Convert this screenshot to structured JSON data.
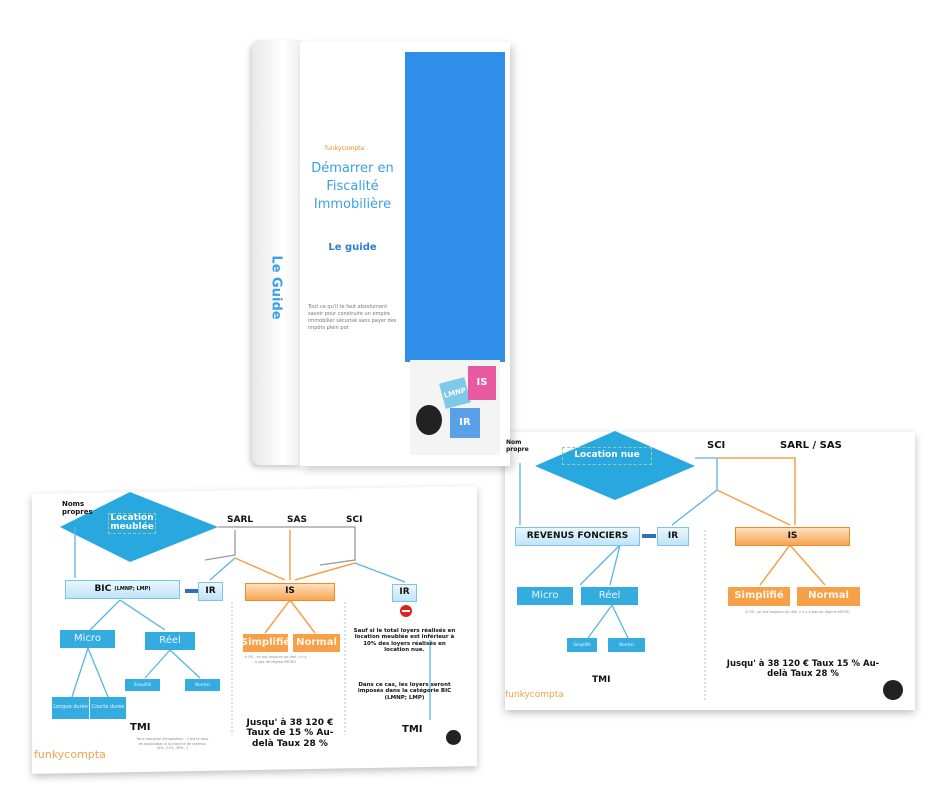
{
  "book": {
    "brand": "funkycompta",
    "title_lines": [
      "Démarrer en",
      "Fiscalité",
      "Immobilière"
    ],
    "subtitle": "Le guide",
    "description": "Tout ce qu'il te faut absolument savoir pour construire un empire immobilier sécurisé sans payer des impôts plein pot",
    "spine_text": "Le Guide",
    "dice_labels": [
      "LMNP",
      "IS",
      "IR"
    ],
    "colors": {
      "accent": "#2f8fe8",
      "title": "#3aa0e8"
    }
  },
  "left_sheet": {
    "noms_propres": "Noms propres",
    "diamond": "Location meublée",
    "sarl": "SARL",
    "sas": "SAS",
    "sci": "SCI",
    "bic": "BIC",
    "bic_sub": "(LMNP; LMP)",
    "ir_left": "IR",
    "is": "IS",
    "ir_right": "IR",
    "micro": "Micro",
    "reel": "Réel",
    "reel_simplifie": "Simplifié",
    "reel_normal": "Normal",
    "longue": "Longue durée",
    "courte": "Courte durée",
    "is_simplifie": "Simplifié",
    "is_normal": "Normal",
    "is_note": "A l'IS : on est toujours au réel, il n'y a pas de régime MICRO",
    "tmi_left": "TMI",
    "tmi_note": "Taux marginal d'imposition : c'est le taux en application à la tranche de revenus (0%, 11%, 30%...)",
    "is_rates": "Jusqu' à 38 120 € Taux de 15 % Au-delà Taux 28 %",
    "condition": "Sauf si le total loyers réalisés en location meublée est inférieur à 10% des loyers réalisés en location nue.",
    "condition2": "Dans ce cas, les loyers seront imposés dans la catégorie BIC (LMNP; LMP)",
    "tmi_right": "TMI",
    "brand": "funkycompta"
  },
  "right_sheet": {
    "nom_propre": "Nom propre",
    "diamond": "Location nue",
    "sci": "SCI",
    "sarl_sas": "SARL / SAS",
    "revenus": "REVENUS FONCIERS",
    "ir": "IR",
    "is": "IS",
    "micro": "Micro",
    "reel": "Réel",
    "reel_simplifie": "Simplifié",
    "reel_normal": "Normal",
    "is_simplifie": "Simplifié",
    "is_normal": "Normal",
    "is_note": "A l'IS : on est toujours au réel, il n'y a pas de régime MICRO",
    "tmi": "TMI",
    "is_rates": "Jusqu' à 38 120 € Taux 15 % Au-delà Taux 28 %",
    "brand": "funkycompta"
  }
}
